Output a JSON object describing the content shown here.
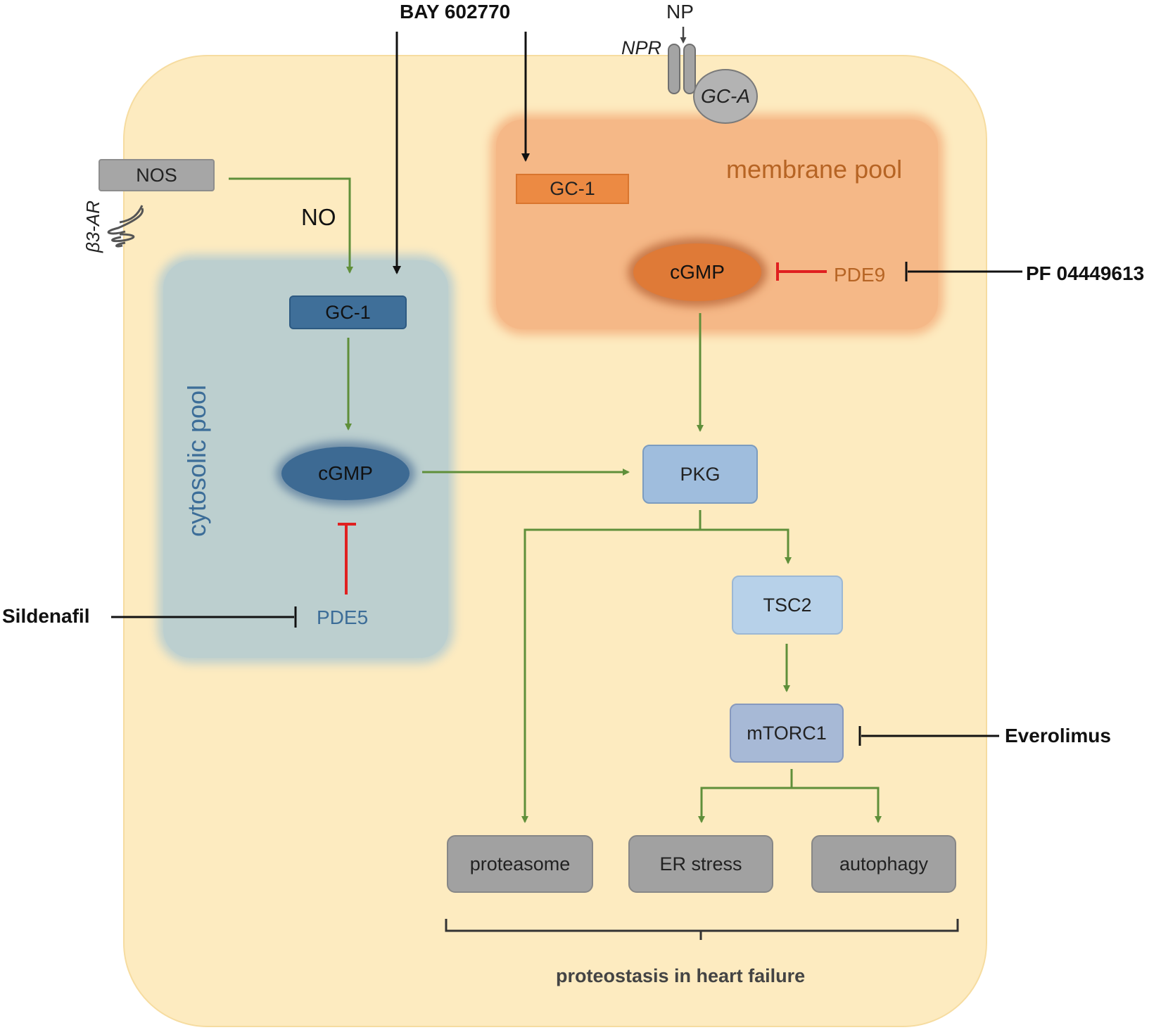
{
  "drugs": {
    "bay": "BAY 602770",
    "pf": "PF 04449613",
    "sildenafil": "Sildenafil",
    "everolimus": "Everolimus"
  },
  "receptors": {
    "np": "NP",
    "npr": "NPR",
    "gca": "GC-A",
    "b3ar": "β3-AR"
  },
  "nodes": {
    "nos": "NOS",
    "no": "NO",
    "gc1_cyto": "GC-1",
    "cgmp_cyto": "cGMP",
    "pde5": "PDE5",
    "gc1_mem": "GC-1",
    "cgmp_mem": "cGMP",
    "pde9": "PDE9",
    "pkg": "PKG",
    "tsc2": "TSC2",
    "mtorc1": "mTORC1"
  },
  "pools": {
    "cytosolic": "cytosolic pool",
    "membrane": "membrane pool"
  },
  "outcomes": {
    "proteasome": "proteasome",
    "er_stress": "ER stress",
    "autophagy": "autophagy",
    "summary": "proteostasis in heart failure"
  },
  "colors": {
    "activation": "#5f8f3a",
    "inhibition_red": "#e02020",
    "inhibition_black": "#111111",
    "cell": "#fdebc0",
    "cytosolic_pool": "#bccfcf",
    "membrane_pool": "#f5b887"
  }
}
